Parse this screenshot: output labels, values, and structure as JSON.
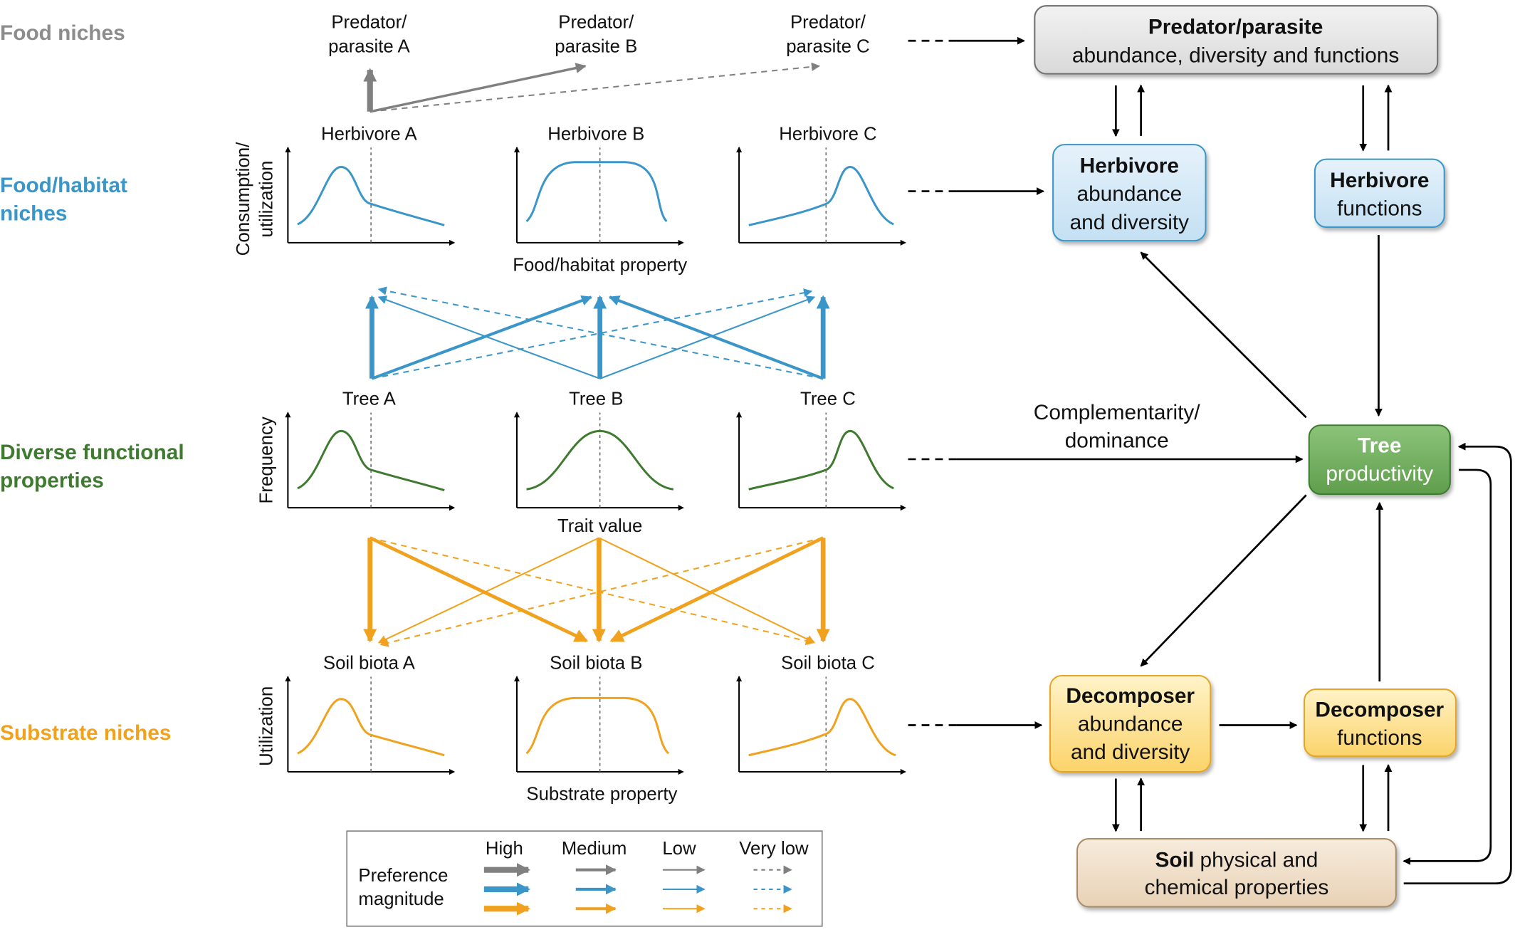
{
  "rows": {
    "food": "Food niches",
    "habitat": [
      "Food/habitat",
      "niches"
    ],
    "diverse": [
      "Diverse functional",
      "properties"
    ],
    "substrate": "Substrate niches"
  },
  "predators": [
    [
      "Predator/",
      "parasite A"
    ],
    [
      "Predator/",
      "parasite B"
    ],
    [
      "Predator/",
      "parasite C"
    ]
  ],
  "herbivores": [
    "Herbivore A",
    "Herbivore B",
    "Herbivore C"
  ],
  "trees": [
    "Tree A",
    "Tree B",
    "Tree C"
  ],
  "soil_biota": [
    "Soil biota A",
    "Soil biota B",
    "Soil biota C"
  ],
  "axes": {
    "consumption_y": [
      "Consumption/",
      "utilization"
    ],
    "food_x": "Food/habitat property",
    "frequency_y": "Frequency",
    "trait_x": "Trait value",
    "utilization_y": "Utilization",
    "substrate_x": "Substrate property"
  },
  "boxes": {
    "predator": {
      "line1": "Predator/parasite",
      "line2": "abundance, diversity and functions"
    },
    "herb_abund": {
      "line1": "Herbivore",
      "line2": "abundance",
      "line3": "and diversity"
    },
    "herb_func": {
      "line1": "Herbivore",
      "line2": "functions"
    },
    "tree": {
      "line1": "Tree",
      "line2": "productivity"
    },
    "decomp_abund": {
      "line1": "Decomposer",
      "line2": "abundance",
      "line3": "and diversity"
    },
    "decomp_func": {
      "line1": "Decomposer",
      "line2": "functions"
    },
    "soil": {
      "bold": "Soil",
      "rest": " physical and",
      "line2": "chemical properties"
    }
  },
  "complementarity": [
    "Complementarity/",
    "dominance"
  ],
  "legend": {
    "title": [
      "Preference",
      "magnitude"
    ],
    "levels": [
      "High",
      "Medium",
      "Low",
      "Very low"
    ]
  },
  "colors": {
    "grey": "#808080",
    "blue": "#3a96c8",
    "green": "#3e7a30",
    "orange": "#f0a21e"
  }
}
